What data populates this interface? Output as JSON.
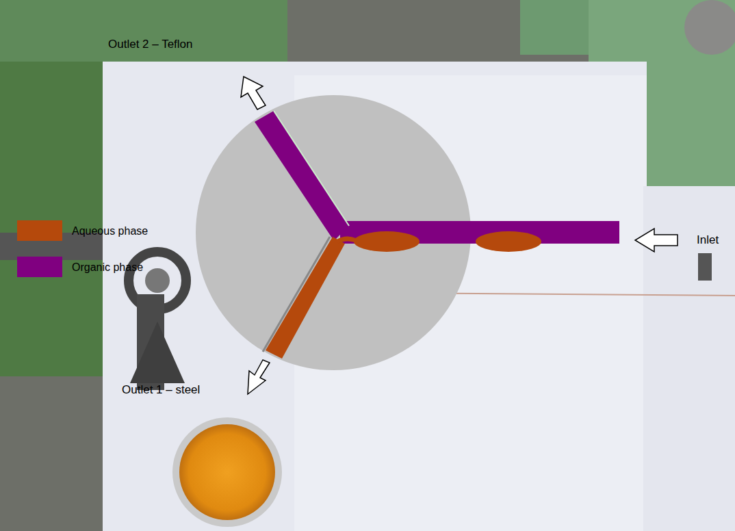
{
  "diagram": {
    "labels": [
      "Outlet 2 – Teflon",
      "Inlet",
      "Outlet 1 – steel"
    ],
    "legend": [
      {
        "text": "Aqueous phase",
        "color": "#b5490c"
      },
      {
        "text": "Organic phase",
        "color": "#800080"
      }
    ]
  }
}
